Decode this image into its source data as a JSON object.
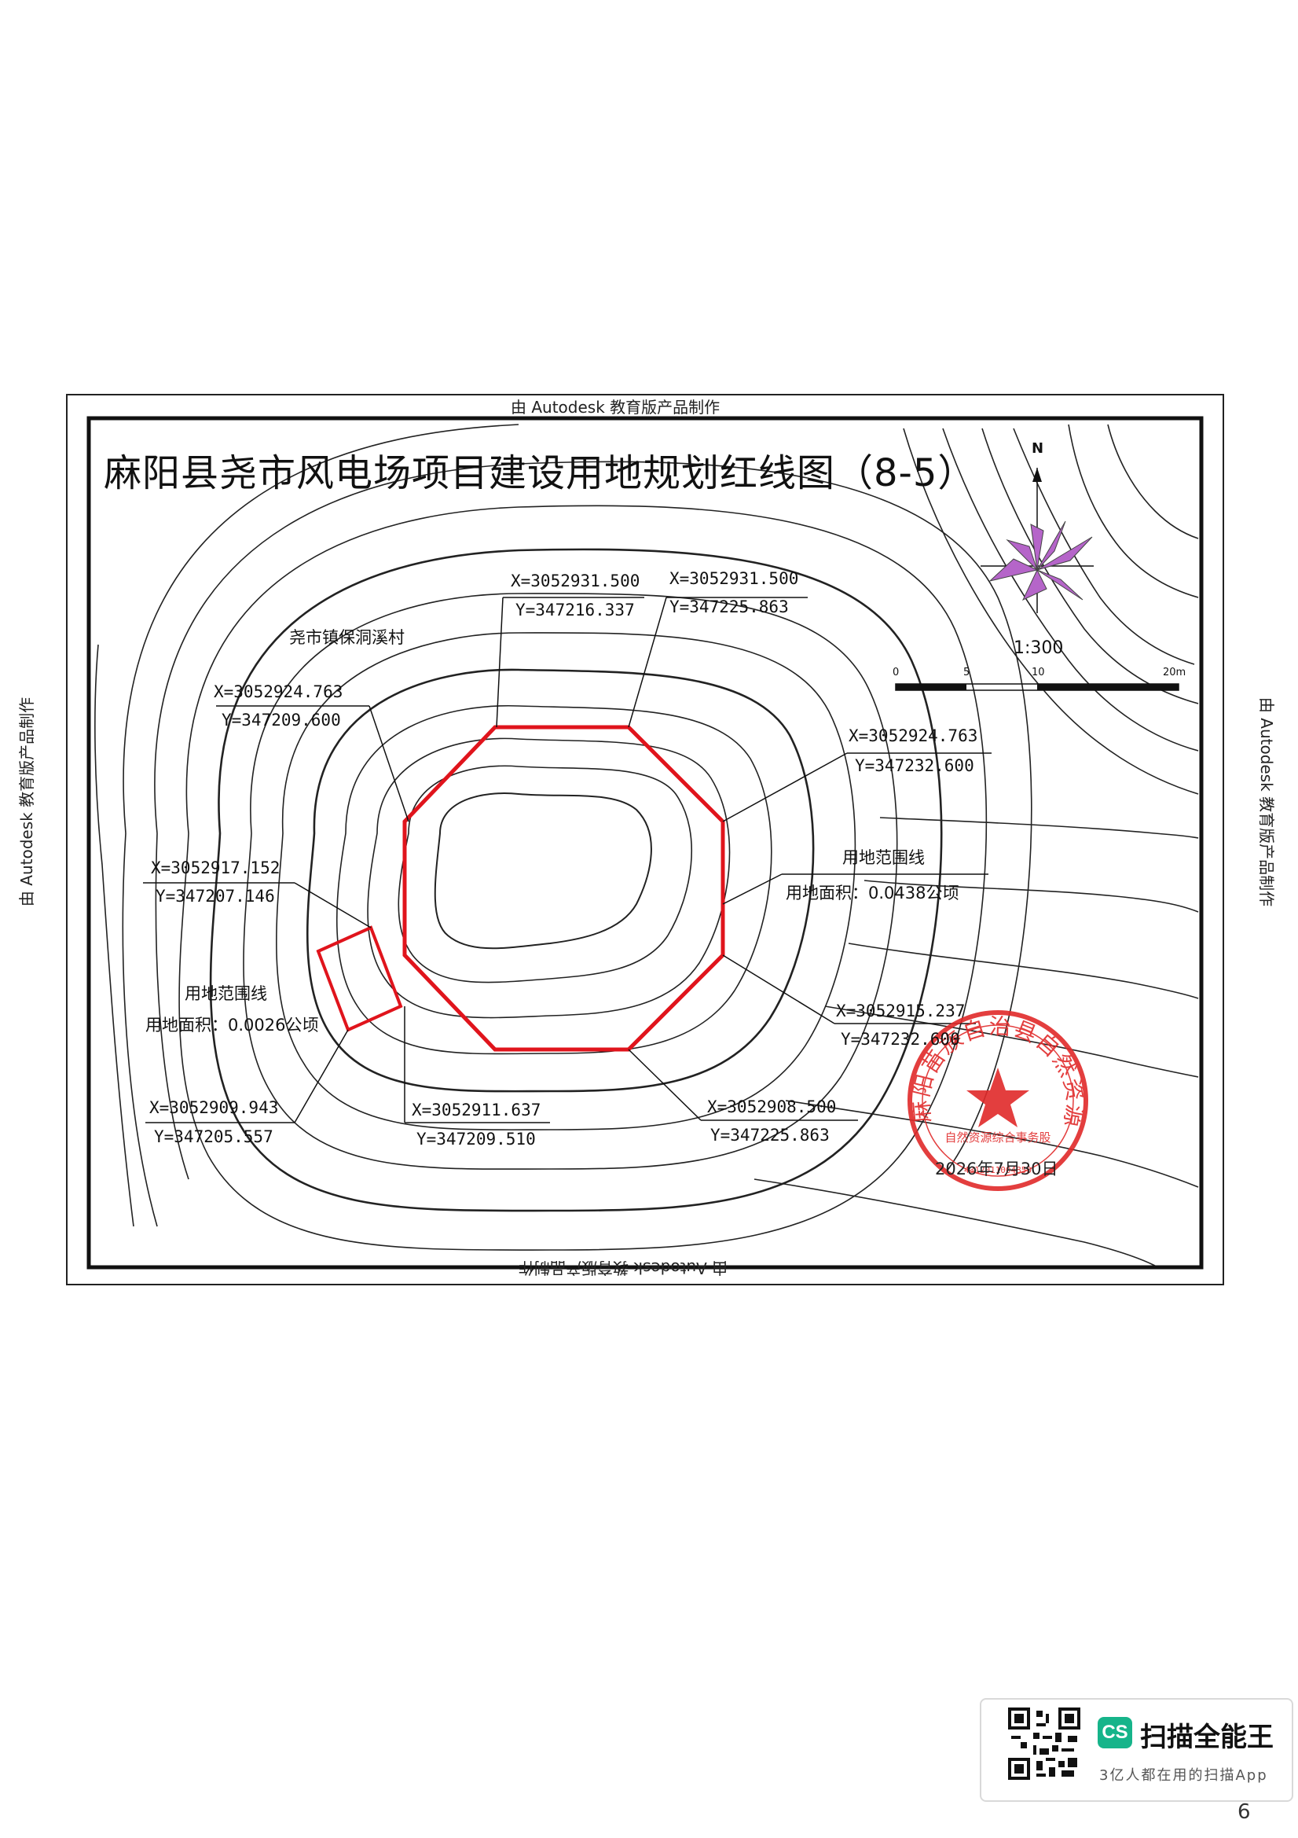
{
  "watermark": "由 Autodesk 教育版产品制作",
  "title": "麻阳县尧市风电场项目建设用地规划红线图（8-5）",
  "village": "尧市镇保洞溪村",
  "north": "N",
  "scale": {
    "ratio": "1:300",
    "ticks": [
      "0",
      "5",
      "10",
      "20m"
    ]
  },
  "main_parcel": {
    "label": "用地范围线",
    "area": "用地面积：0.0438公顷",
    "coords": [
      {
        "x": "X=3052931.500",
        "y": "Y=347216.337"
      },
      {
        "x": "X=3052931.500",
        "y": "Y=347225.863"
      },
      {
        "x": "X=3052924.763",
        "y": "Y=347232.600"
      },
      {
        "x": "X=3052915.237",
        "y": "Y=347232.600"
      },
      {
        "x": "X=3052908.500",
        "y": "Y=347225.863"
      },
      {
        "x": "X=3052911.637",
        "y": "Y=347209.510"
      },
      {
        "x": "X=3052924.763",
        "y": "Y=347209.600"
      }
    ]
  },
  "small_parcel": {
    "label": "用地范围线",
    "area": "用地面积：0.0026公顷",
    "coords": [
      {
        "x": "X=3052917.152",
        "y": "Y=347207.146"
      },
      {
        "x": "X=3052909.943",
        "y": "Y=347205.557"
      }
    ]
  },
  "stamp": {
    "org": "麻阳苗族自治县自然资源局",
    "sub": "自然资源综合事务股",
    "code": "4312011004850",
    "date": "2026年7月30日"
  },
  "footer": {
    "logo": "CS",
    "app_name": "扫描全能王",
    "tagline": "3亿人都在用的扫描App"
  },
  "page_number": "6",
  "colors": {
    "parcel": "#e0141c",
    "stamp": "#e02a2a",
    "compass": "#b565c9",
    "brand": "#16b48a"
  }
}
